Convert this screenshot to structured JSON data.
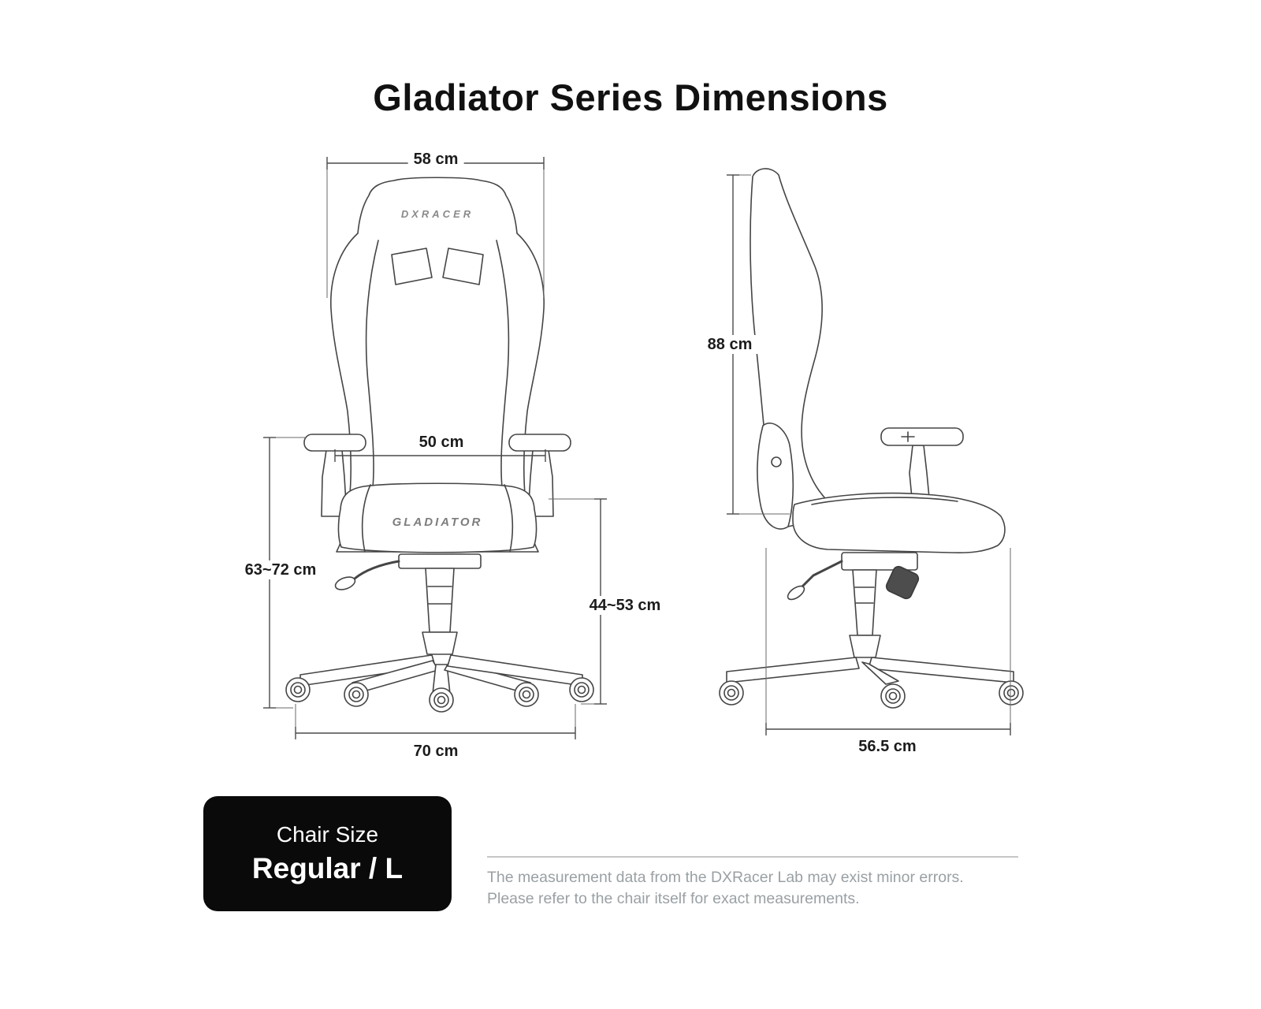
{
  "title": "Gladiator Series Dimensions",
  "front_view": {
    "backrest_logo": "DXRACER",
    "seat_logo": "GLADIATOR",
    "dimensions": {
      "backrest_width": "58 cm",
      "seat_width": "50 cm",
      "armrest_height": "63~72 cm",
      "seat_height": "44~53 cm",
      "base_width": "70 cm"
    }
  },
  "side_view": {
    "dimensions": {
      "backrest_height": "88 cm",
      "base_depth": "56.5 cm"
    }
  },
  "chair_size": {
    "label": "Chair Size",
    "value": "Regular / L"
  },
  "footnote": {
    "line1": "The measurement data from the DXRacer Lab may exist minor errors.",
    "line2": "Please refer to the chair itself for exact measurements."
  },
  "colors": {
    "line": "#454545",
    "text": "#111111",
    "muted": "#9aa0a4",
    "box_bg": "#0a0a0a",
    "box_text": "#ffffff"
  }
}
